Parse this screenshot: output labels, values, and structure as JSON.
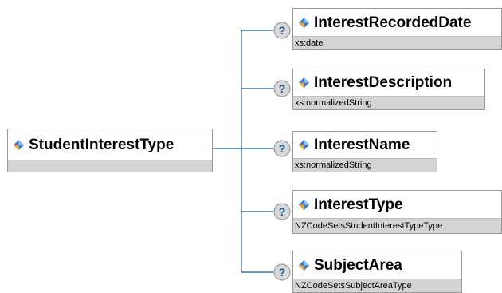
{
  "root": {
    "name": "StudentInterestType"
  },
  "children": [
    {
      "name": "InterestRecordedDate",
      "type": "xs:date"
    },
    {
      "name": "InterestDescription",
      "type": "xs:normalizedString"
    },
    {
      "name": "InterestName",
      "type": "xs:normalizedString"
    },
    {
      "name": "InterestType",
      "type": "NZCodeSetsStudentInterestTypeType"
    },
    {
      "name": "SubjectArea",
      "type": "NZCodeSetsSubjectAreaType"
    }
  ],
  "icons": {
    "element": "element-diamond-icon",
    "optional": "question-mark-icon"
  },
  "colors": {
    "connector": "#1f5b8e",
    "diamond_blue": "#3a7bd5",
    "diamond_orange": "#f5a623",
    "question_bubble": "#d9d9d9",
    "question_mark": "#1f5b8e",
    "typebar": "#d4d4d4"
  }
}
